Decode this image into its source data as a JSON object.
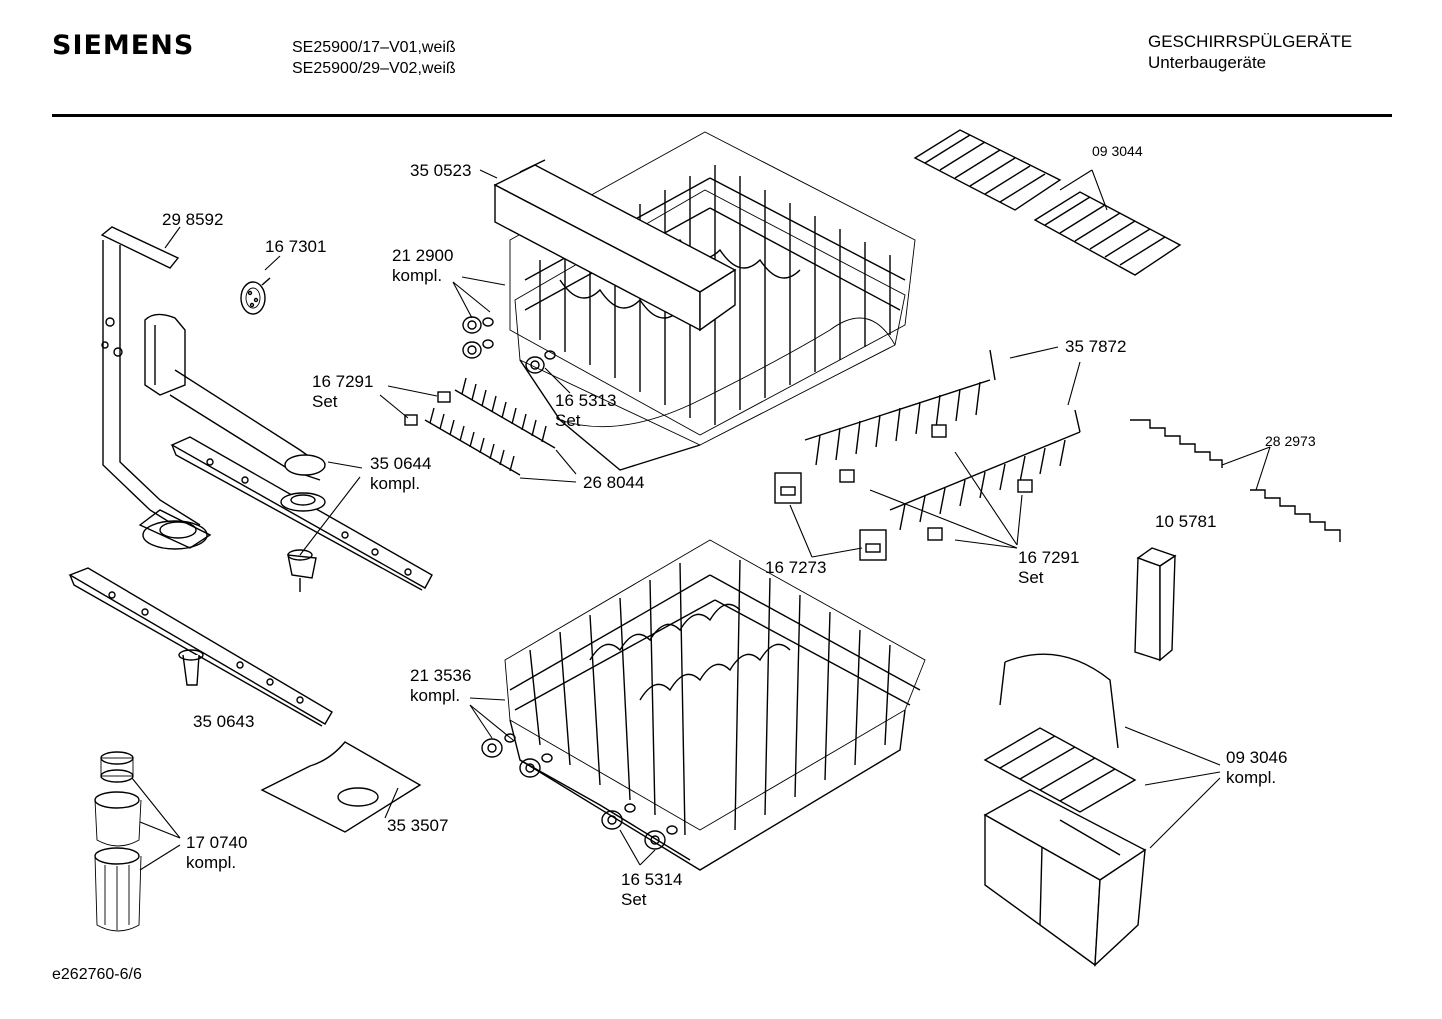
{
  "header": {
    "brand": "SIEMENS",
    "models": [
      "SE25900/17–V01,weiß",
      "SE25900/29–V02,weiß"
    ],
    "category": [
      "GESCHIRRSPÜLGERÄTE",
      "Unterbaugeräte"
    ]
  },
  "footer": {
    "doc_id": "e262760-6/6"
  },
  "parts": [
    {
      "key": "p350523",
      "lines": [
        "35 0523"
      ]
    },
    {
      "key": "p298592",
      "lines": [
        "29 8592"
      ]
    },
    {
      "key": "p167301",
      "lines": [
        "16 7301"
      ]
    },
    {
      "key": "p212900",
      "lines": [
        "21 2900",
        "kompl."
      ]
    },
    {
      "key": "p167291a",
      "lines": [
        "16 7291",
        "Set"
      ]
    },
    {
      "key": "p165313",
      "lines": [
        "16 5313",
        "Set"
      ]
    },
    {
      "key": "p350644",
      "lines": [
        "35 0644",
        "kompl."
      ]
    },
    {
      "key": "p268044",
      "lines": [
        "26 8044"
      ]
    },
    {
      "key": "p093044",
      "lines": [
        "09 3044"
      ]
    },
    {
      "key": "p357872",
      "lines": [
        "35 7872"
      ]
    },
    {
      "key": "p282973",
      "lines": [
        "28 2973"
      ]
    },
    {
      "key": "p105781",
      "lines": [
        "10 5781"
      ]
    },
    {
      "key": "p167291b",
      "lines": [
        "16 7291",
        "Set"
      ]
    },
    {
      "key": "p167273",
      "lines": [
        "16 7273"
      ]
    },
    {
      "key": "p350643",
      "lines": [
        "35 0643"
      ]
    },
    {
      "key": "p213536",
      "lines": [
        "21 3536",
        "kompl."
      ]
    },
    {
      "key": "p353507",
      "lines": [
        "35 3507"
      ]
    },
    {
      "key": "p170740",
      "lines": [
        "17 0740",
        "kompl."
      ]
    },
    {
      "key": "p165314",
      "lines": [
        "16 5314",
        "Set"
      ]
    },
    {
      "key": "p093046",
      "lines": [
        "09 3046",
        "kompl."
      ]
    }
  ]
}
